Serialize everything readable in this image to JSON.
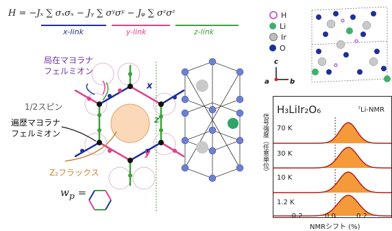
{
  "hamiltonian": {
    "text": "H = −Jₓ ∑ σₓσₓ − Jᵧ ∑ σʸσʸ − Jᵩ ∑ σᶻσᶻ",
    "x_link": "x-link",
    "y_link": "y-link",
    "z_link": "z-link"
  },
  "lattice": {
    "label_localized": "局在マヨラナ",
    "label_localized2": "フェルミオン",
    "label_spin": "1/2スピン",
    "label_itinerant": "遍歴マヨラナ",
    "label_itinerant2": "フェルミオン",
    "label_flux": "Z₂フラックス",
    "wp": "w",
    "wp_sub": "p",
    "equals": "=",
    "axis_x": "x",
    "axis_y": "y",
    "axis_z": "z"
  },
  "crystal": {
    "legend": [
      "H",
      "Li",
      "Ir",
      "O"
    ],
    "legend_colors": [
      "#c266c2",
      "#3fb06a",
      "#9a9a9a",
      "#1f2f9a"
    ],
    "axis_c": "c",
    "axis_a": "a",
    "axis_b": "b"
  },
  "nmr": {
    "formula": "H₃LiIr₂O₆",
    "tag": "⁷Li-NMR",
    "ylabel": "信号強度（任意単位）",
    "xlabel": "NMRシフト (%)",
    "temps": [
      "70 K",
      "30 K",
      "10 K",
      "1.2 K"
    ],
    "xticks": [
      "-0.2",
      "0.0",
      "0.2"
    ]
  },
  "chart_data": {
    "type": "area",
    "xlabel": "NMRシフト (%)",
    "ylabel": "信号強度（任意単位）",
    "xlim": [
      -0.33,
      0.3
    ],
    "series": [
      {
        "name": "70 K",
        "peak_center": 0.07,
        "peak_width": 0.045
      },
      {
        "name": "30 K",
        "peak_center": 0.07,
        "peak_width": 0.05
      },
      {
        "name": "10 K",
        "peak_center": 0.07,
        "peak_width": 0.05
      },
      {
        "name": "1.2 K",
        "peak_center": 0.07,
        "peak_width": 0.055
      }
    ]
  }
}
